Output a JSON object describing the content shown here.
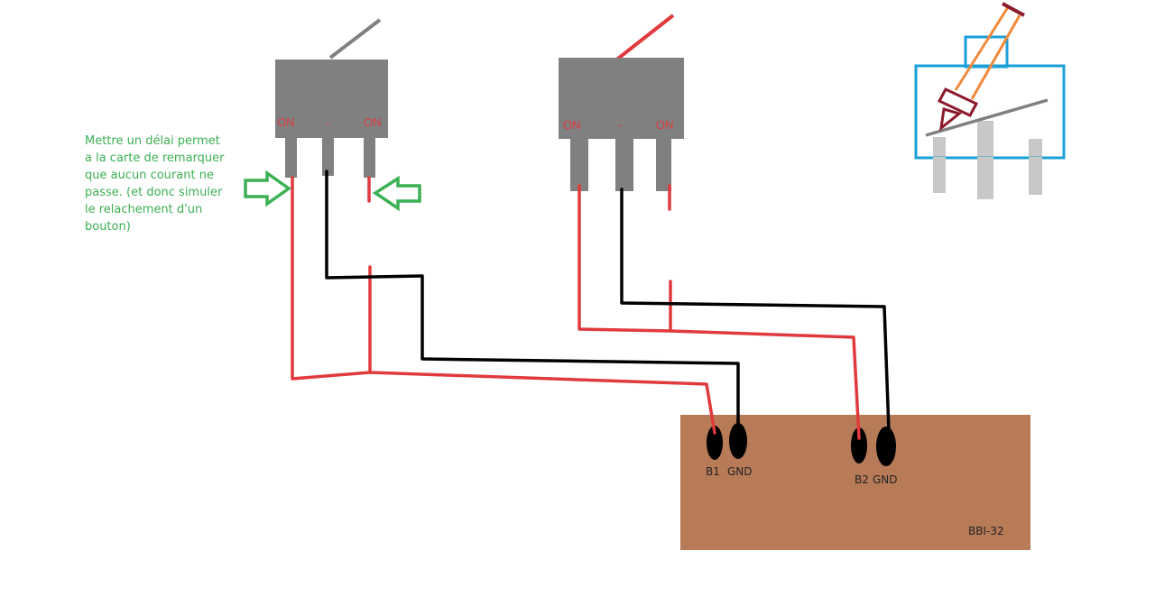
{
  "annotation": {
    "lines": [
      "Mettre un délai permet",
      "a la carte de remarquer",
      "que aucun courant ne",
      "passe. (et donc simuler",
      "le relachement d'un",
      "bouton)"
    ]
  },
  "switches": [
    {
      "name": "switch-1",
      "labels": {
        "left": "ON",
        "middle": "-",
        "right": "ON"
      },
      "lever_color": "#808080"
    },
    {
      "name": "switch-2",
      "labels": {
        "left": "ON",
        "middle": "-",
        "right": "ON"
      },
      "lever_color": "#e03a3e"
    }
  ],
  "board": {
    "name": "BBI-32",
    "pins": [
      {
        "label": "B1"
      },
      {
        "label": "GND"
      },
      {
        "label": "B2"
      },
      {
        "label": "GND"
      }
    ],
    "pin_group_labels": [
      "B1  GND",
      "B2 GND"
    ]
  },
  "colors": {
    "switch_body": "#808080",
    "signal_wire": "#e03a3e",
    "ground_wire": "#000000",
    "board": "#b87b58",
    "annotation": "#3cb054",
    "icon_outline": "#1aa0d8",
    "icon_tool_handle": "#f0893a",
    "icon_tool_tip": "#8b1a2b",
    "icon_pins": "#c8c8c8"
  },
  "icons": {
    "arrow_left_side": "arrow-right-icon",
    "arrow_right_side": "arrow-left-icon",
    "top_right": "switch-soldering-icon"
  }
}
